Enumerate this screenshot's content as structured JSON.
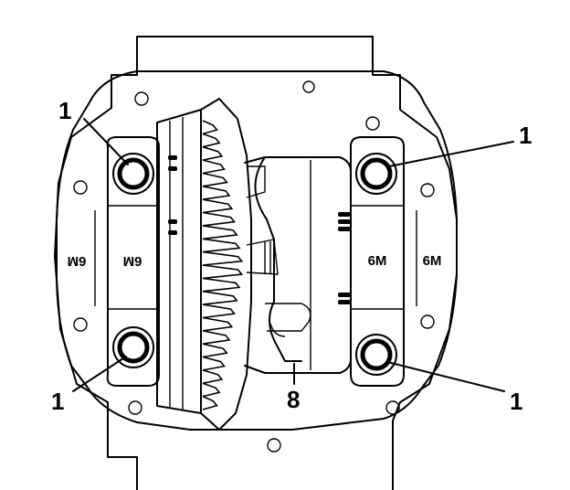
{
  "callouts": {
    "top_left": "1",
    "top_right": "1",
    "bottom_left": "1",
    "bottom_right": "1",
    "center_bottom": "8"
  },
  "stamps": {
    "left_outer": "6M",
    "left_inner": "6M",
    "right_inner": "6M",
    "right_outer": "6M"
  }
}
